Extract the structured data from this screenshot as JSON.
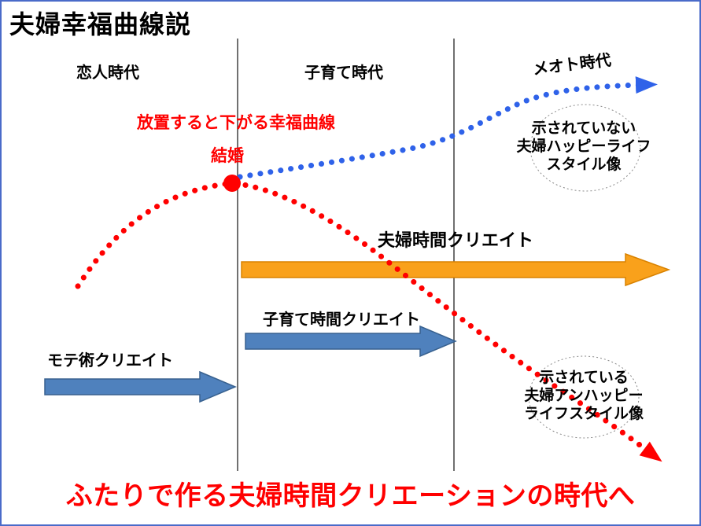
{
  "title": "夫婦幸福曲線説",
  "eras": {
    "lover": "恋人時代",
    "childcare": "子育て時代",
    "meoto": "メオト時代"
  },
  "annotations": {
    "declining_curve_note": "放置すると下がる幸福曲線",
    "marriage": "結婚",
    "happy_lifestyle": {
      "line1": "示されていない",
      "line2": "夫婦ハッピーライフ",
      "line3": "スタイル像"
    },
    "unhappy_lifestyle": {
      "line1": "示されている",
      "line2": "夫婦アンハッピー",
      "line3": "ライフスタイル像"
    }
  },
  "arrows": {
    "couple_time": "夫婦時間クリエイト",
    "childcare_time": "子育て時間クリエイト",
    "mote": "モテ術クリエイト"
  },
  "footer": "ふたりで作る夫婦時間クリエーションの時代へ",
  "colors": {
    "curve_red": "#ff0000",
    "curve_blue": "#2f62e9",
    "arrow_orange": "#f9a11b",
    "arrow_steel_blue": "#4f81bd",
    "page_border_blue": "#4a6bc9",
    "footer_red": "#ff0000"
  }
}
